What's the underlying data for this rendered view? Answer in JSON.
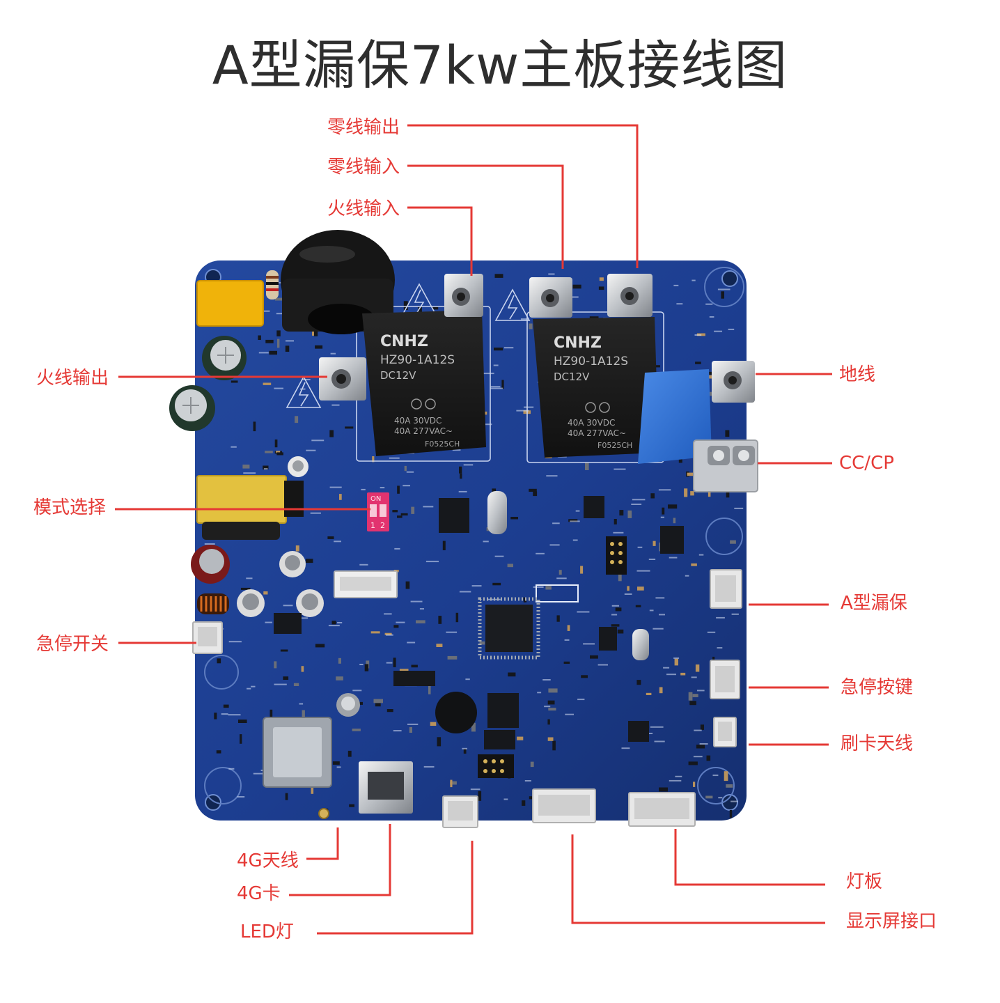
{
  "title": "A型漏保7kw主板接线图",
  "labels": {
    "neutral_out": "零线输出",
    "neutral_in": "零线输入",
    "live_in": "火线输入",
    "live_out": "火线输出",
    "ground": "地线",
    "cc_cp": "CC/CP",
    "mode_select": "模式选择",
    "type_a_rcd": "A型漏保",
    "estop_switch": "急停开关",
    "estop_button": "急停按键",
    "card_antenna": "刷卡天线",
    "antenna_4g": "4G天线",
    "card_4g": "4G卡",
    "led_light": "LED灯",
    "light_board": "灯板",
    "display_port": "显示屏接口"
  },
  "relays": [
    {
      "brand": "CNHZ",
      "model": "HZ90-1A12S",
      "coil": "DC12V",
      "rating_dc": "40A 30VDC",
      "rating_ac": "40A 277VAC~",
      "code": "F0525CH"
    },
    {
      "brand": "CNHZ",
      "model": "HZ90-1A12S",
      "coil": "DC12V",
      "rating_dc": "40A 30VDC",
      "rating_ac": "40A 277VAC~",
      "code": "F0525CH"
    }
  ],
  "dip_switch": {
    "on": "ON",
    "pos1": "1",
    "pos2": "2"
  },
  "colors": {
    "label": "#e53935",
    "title": "#2e2e2e",
    "board": "#1c3d8f"
  }
}
